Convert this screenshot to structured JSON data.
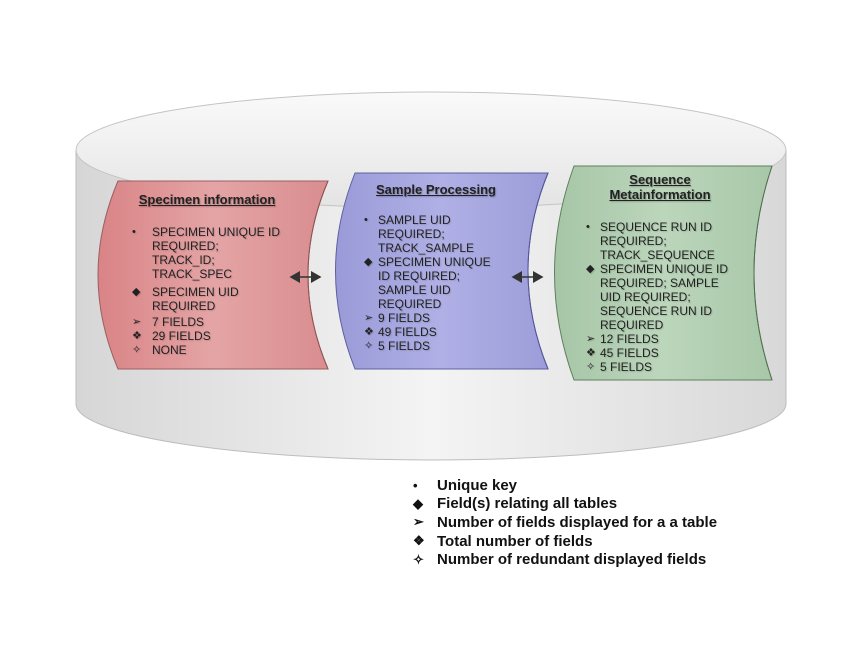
{
  "cards": [
    {
      "title": "Specimen information",
      "color": "#e0999b",
      "items": [
        {
          "bullet": "•",
          "text": "SPECIMEN UNIQUE ID REQUIRED; TRACK_ID; TRACK_SPEC"
        },
        {
          "bullet": "◆",
          "text": "SPECIMEN UID REQUIRED"
        },
        {
          "bullet": "➢",
          "text": "7 FIELDS"
        },
        {
          "bullet": "❖",
          "text": "29 FIELDS"
        },
        {
          "bullet": "✧",
          "text": "NONE"
        }
      ]
    },
    {
      "title": "Sample Processing",
      "color": "#a8a8e0",
      "items": [
        {
          "bullet": "•",
          "text": "SAMPLE UID REQUIRED; TRACK_SAMPLE"
        },
        {
          "bullet": "◆",
          "text": "SPECIMEN UNIQUE ID REQUIRED; SAMPLE UID REQUIRED"
        },
        {
          "bullet": "➢",
          "text": "9 FIELDS"
        },
        {
          "bullet": "❖",
          "text": "49 FIELDS"
        },
        {
          "bullet": "✧",
          "text": "5 FIELDS"
        }
      ]
    },
    {
      "title": "Sequence Metainformation",
      "color": "#b3cfb3",
      "items": [
        {
          "bullet": "•",
          "text": "SEQUENCE RUN ID REQUIRED; TRACK_SEQUENCE"
        },
        {
          "bullet": "◆",
          "text": "SPECIMEN UNIQUE ID REQUIRED; SAMPLE UID REQUIRED; SEQUENCE RUN ID REQUIRED"
        },
        {
          "bullet": "➢",
          "text": "12 FIELDS"
        },
        {
          "bullet": "❖",
          "text": "45 FIELDS"
        },
        {
          "bullet": "✧",
          "text": "5 FIELDS"
        }
      ]
    }
  ],
  "legend": [
    {
      "symbol": "•",
      "label": "Unique key"
    },
    {
      "symbol": "◆",
      "label": "Field(s) relating all tables"
    },
    {
      "symbol": "➢",
      "label": "Number of fields displayed for a a table"
    },
    {
      "symbol": "❖",
      "label": "Total number of fields"
    },
    {
      "symbol": "✧",
      "label": "Number of redundant displayed fields"
    }
  ],
  "colors": {
    "cylinder_fill": "#e6e6e6",
    "cylinder_top": "#f2f2f2",
    "card_specimen": "#e0999b",
    "card_sample": "#a8a8e0",
    "card_sequence": "#b3cfb3"
  }
}
